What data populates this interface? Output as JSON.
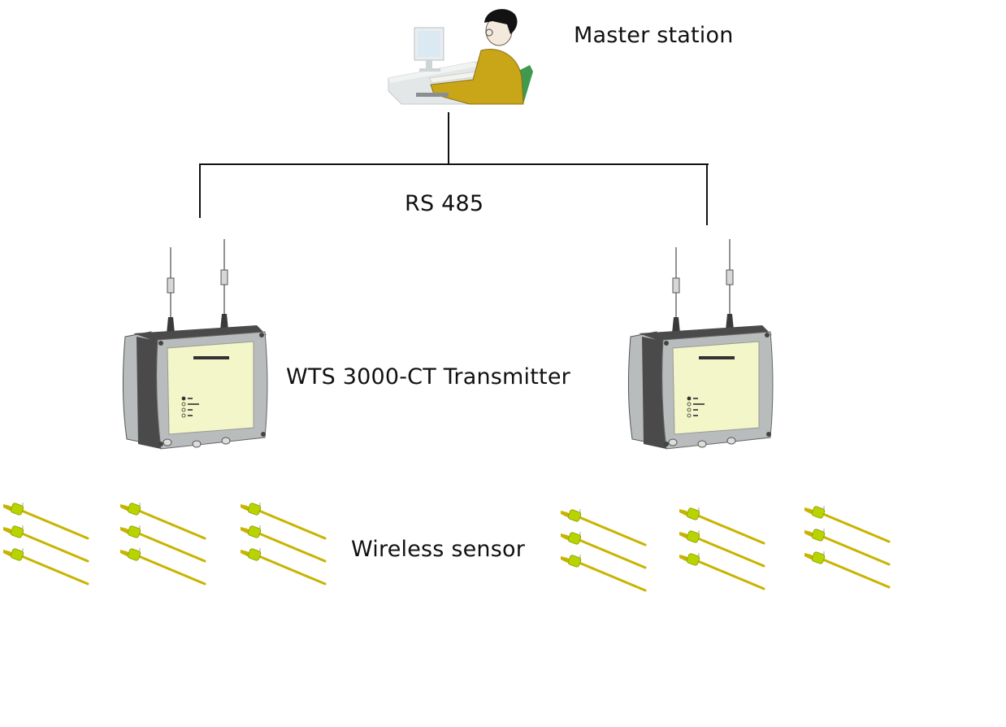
{
  "diagram": {
    "title": "",
    "nodes": {
      "master": {
        "label": "Master station",
        "icon": "operator-at-workstation-icon"
      },
      "bus": {
        "label": "RS 485"
      },
      "transmitters": [
        {
          "id": "transmitter-left",
          "icon": "wireless-transmitter-icon",
          "antennas": 2,
          "panel_indicators": 4
        },
        {
          "id": "transmitter-right",
          "icon": "wireless-transmitter-icon",
          "antennas": 2,
          "panel_indicators": 4
        }
      ],
      "transmitter_label": "WTS 3000-CT Transmitter",
      "sensor_label": "Wireless sensor",
      "sensor_groups": [
        {
          "id": "sensor-group-1",
          "count": 3,
          "icon": "wireless-sensor-icon"
        },
        {
          "id": "sensor-group-2",
          "count": 3,
          "icon": "wireless-sensor-icon"
        },
        {
          "id": "sensor-group-3",
          "count": 3,
          "icon": "wireless-sensor-icon"
        },
        {
          "id": "sensor-group-4",
          "count": 3,
          "icon": "wireless-sensor-icon"
        },
        {
          "id": "sensor-group-5",
          "count": 3,
          "icon": "wireless-sensor-icon"
        },
        {
          "id": "sensor-group-6",
          "count": 3,
          "icon": "wireless-sensor-icon"
        }
      ]
    },
    "edges": [
      {
        "from": "master",
        "to": "bus"
      },
      {
        "from": "bus",
        "to": "transmitter-left"
      },
      {
        "from": "bus",
        "to": "transmitter-right"
      }
    ],
    "colors": {
      "line": "#111111",
      "sensor_body": "#c8b400",
      "sensor_head": "#b7d400",
      "panel": "#f2f6c8",
      "enclosure_dark": "#4a4a4a",
      "enclosure_light": "#b9bcbc",
      "person_shirt": "#c9a617",
      "chair": "#3f9a4e"
    }
  }
}
